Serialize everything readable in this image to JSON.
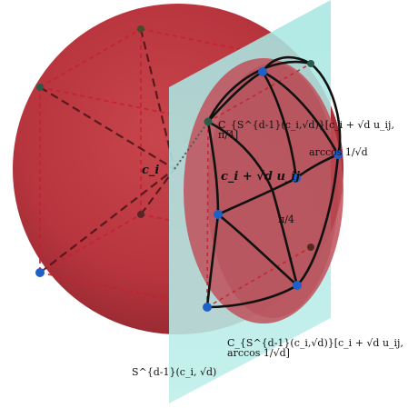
{
  "labels": {
    "center": "c_i",
    "bold_point": "c_i + √d u_ij",
    "inner_cap": "C_{S^{d-1}(c_i,√d)}[c_i + √d u_ij, π/4]",
    "arccos_frag": "arccos 1/√d",
    "pi_over_4": "π/4",
    "outer_cap": "C_{S^{d-1}(c_i,√d)}[c_i + √d u_ij, arccos 1/√d]",
    "sphere": "S^{d-1}(c_i, √d)"
  },
  "colors": {
    "sphere_fill": "#b8353e",
    "sphere_edge": "#8e2830",
    "plane": "#a7e6e2",
    "cap_fill": "#c0505a",
    "dashed_red": "#c42233",
    "dashed_dark": "#4a1316",
    "point_blue": "#1f5fc8",
    "point_green": "#2a5a48",
    "arc_black": "#111111"
  }
}
